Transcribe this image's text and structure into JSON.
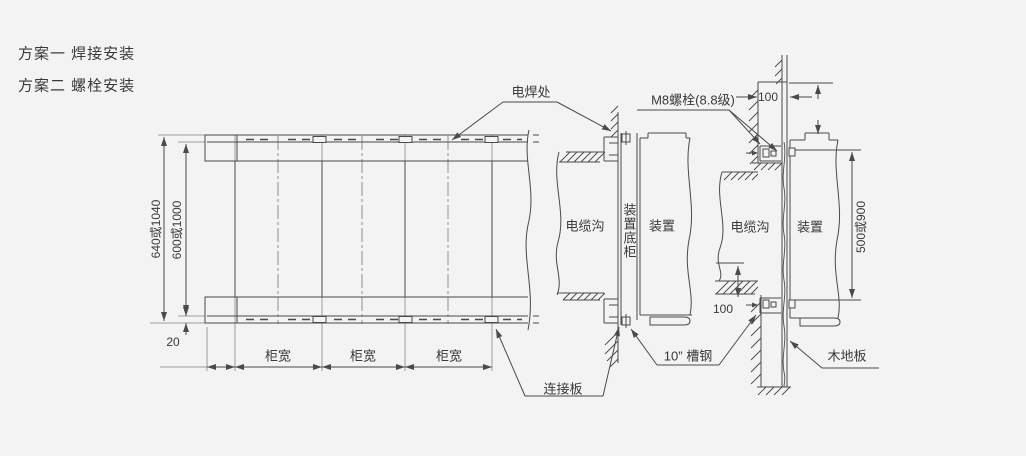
{
  "titles": {
    "scheme1": "方案一 焊接安装",
    "scheme2": "方案二 螺栓安装"
  },
  "plan_view": {
    "dim_outer": "640或1040",
    "dim_inner": "600或1000",
    "dim_edge": "20",
    "cabinet_width_labels": [
      "柜宽",
      "柜宽",
      "柜宽"
    ],
    "weld_point_label": "电焊处",
    "connection_plate_label": "连接板"
  },
  "section_welded": {
    "cable_trench": "电缆沟",
    "device_base_cabinet": "装置底柜",
    "device": "装置",
    "channel_steel_label": "10” 槽钢"
  },
  "section_bolted": {
    "bolt_label": "M8螺栓(8.8级)",
    "cable_trench": "电缆沟",
    "device": "装置",
    "dim_wall_width": "100",
    "dim_trench_depth": "100",
    "dim_device_height": "500或900",
    "wood_floor_label": "木地板"
  },
  "colors": {
    "background": "#f3f3f3",
    "line": "#4a4a4a",
    "line_light": "#9d9d9d",
    "text": "#3a3a3a"
  }
}
